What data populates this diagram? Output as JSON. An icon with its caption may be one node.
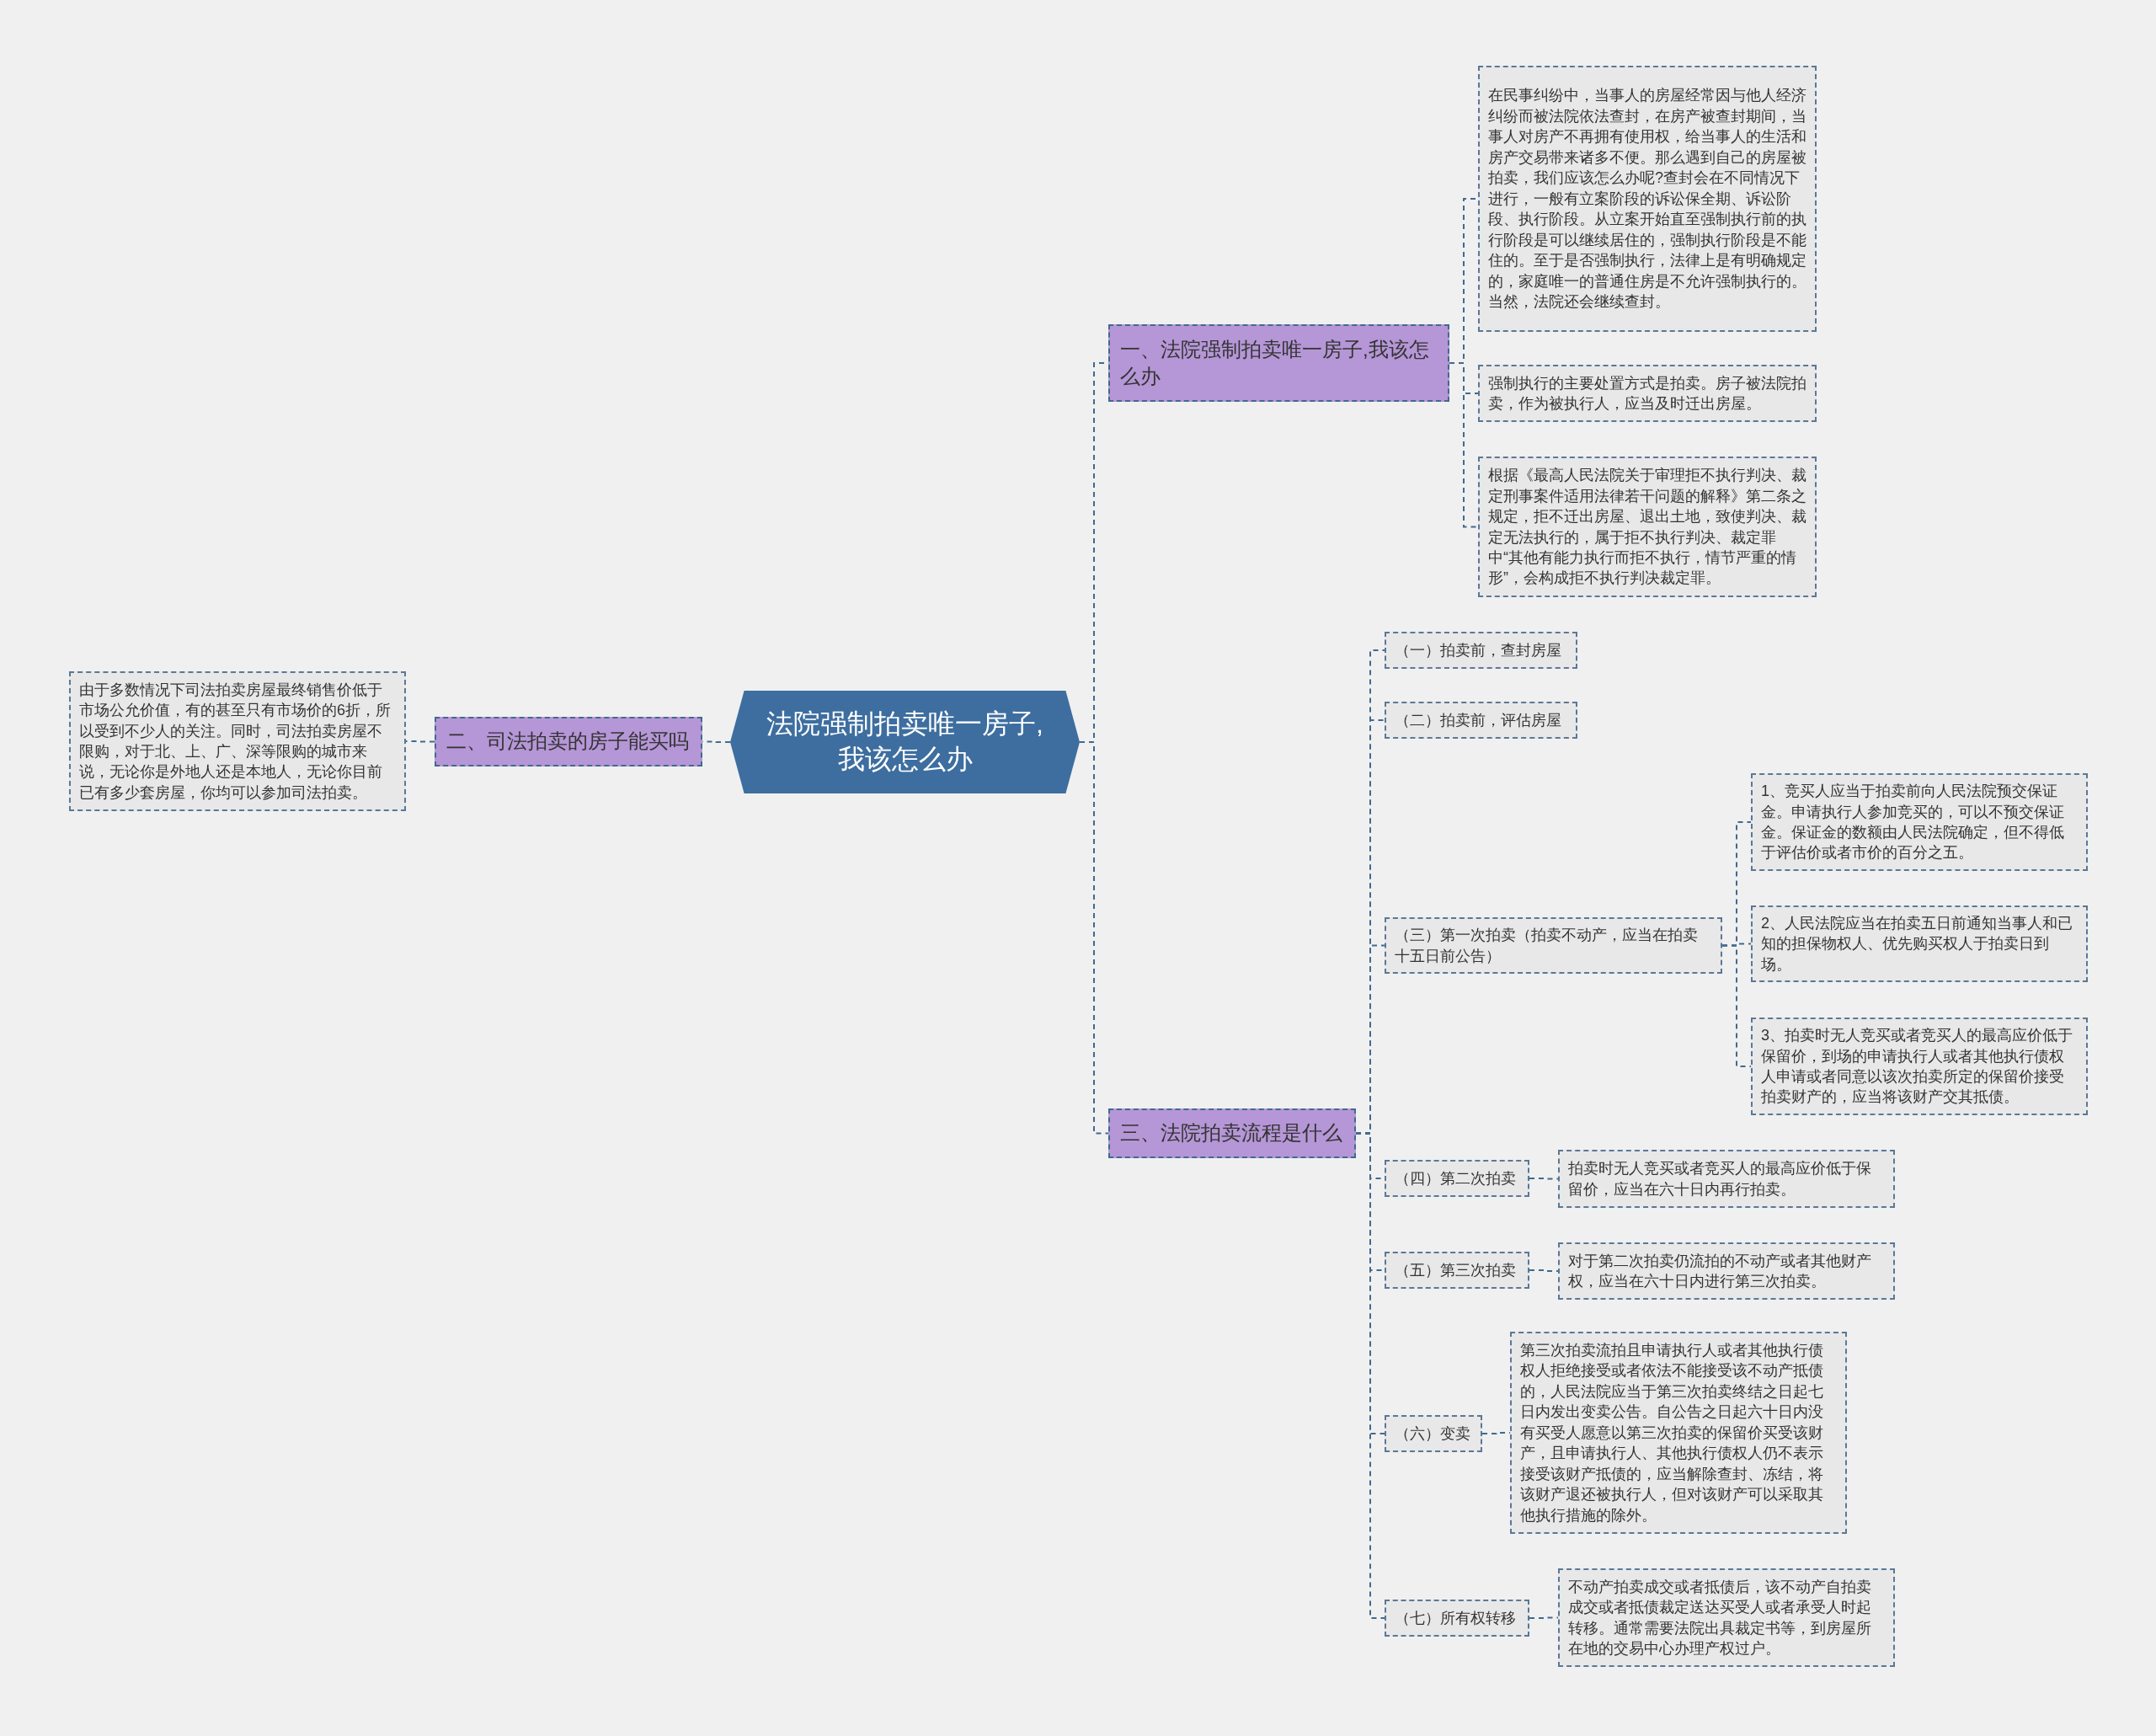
{
  "diagram": {
    "nodes": [
      {
        "text": [
          "法院强制拍卖唯一房子,我该怎么办"
        ]
      },
      {
        "text": [
          "一、法院强制拍卖唯一房子,我该怎么办"
        ]
      },
      {
        "text": [
          "在民事纠纷中，当事人的房屋经常因与他人经济纠纷而被法院依法查封，在房产被查封期间，当事人对房产不再拥有使用权，给当事人的生活和房产交易带来诸多不便。那么遇到自己的房屋被拍卖，我们应该怎么办呢?查封会在不同情况下进行，一般有立案阶段的诉讼保全期、诉讼阶段、执行阶段。从立案开始直至强制执行前的执行阶段是可以继续居住的，强制执行阶段是不能住的。至于是否强制执行，法律上是有明确规定的，家庭唯一的普通住房是不允许强制执行的。当然，法院还会继续查封。"
        ]
      },
      {
        "text": [
          "强制执行的主要处置方式是拍卖。房子被法院拍卖，作为被执行人，应当及时迁出房屋。"
        ]
      },
      {
        "text": [
          "根据《最高人民法院关于审理拒不执行判决、裁定刑事案件适用法律若干问题的解释》第二条之规定，拒不迁出房屋、退出土地，致使判决、裁定无法执行的，属于拒不执行判决、裁定罪中“其他有能力执行而拒不执行，情节严重的情形”，会构成拒不执行判决裁定罪。"
        ]
      },
      {
        "text": [
          "二、司法拍卖的房子能买吗"
        ]
      },
      {
        "text": [
          "由于多数情况下司法拍卖房屋最终销售价低于市场公允价值，有的甚至只有市场价的6折，所以受到不少人的关注。同时，司法拍卖房屋不限购，对于北、上、广、深等限购的城市来说，无论你是外地人还是本地人，无论你目前已有多少套房屋，你均可以参加司法拍卖。"
        ]
      },
      {
        "text": [
          "三、法院拍卖流程是什么"
        ]
      },
      {
        "text": [
          "（一）拍卖前，查封房屋"
        ]
      },
      {
        "text": [
          "（二）拍卖前，评估房屋"
        ]
      },
      {
        "text": [
          "（三）第一次拍卖（拍卖不动产，应当在拍卖十五日前公告）"
        ]
      },
      {
        "text": [
          "1、竞买人应当于拍卖前向人民法院预交保证金。申请执行人参加竞买的，可以不预交保证金。保证金的数额由人民法院确定，但不得低于评估价或者市价的百分之五。"
        ]
      },
      {
        "text": [
          "2、人民法院应当在拍卖五日前通知当事人和已知的担保物权人、优先购买权人于拍卖日到场。"
        ]
      },
      {
        "text": [
          "3、拍卖时无人竞买或者竞买人的最高应价低于保留价，到场的申请执行人或者其他执行债权人申请或者同意以该次拍卖所定的保留价接受拍卖财产的，应当将该财产交其抵债。"
        ]
      },
      {
        "text": [
          "（四）第二次拍卖"
        ]
      },
      {
        "text": [
          "拍卖时无人竞买或者竞买人的最高应价低于保留价，应当在六十日内再行拍卖。"
        ]
      },
      {
        "text": [
          "（五）第三次拍卖"
        ]
      },
      {
        "text": [
          "对于第二次拍卖仍流拍的不动产或者其他财产权，应当在六十日内进行第三次拍卖。"
        ]
      },
      {
        "text": [
          "（六）变卖"
        ]
      },
      {
        "text": [
          "第三次拍卖流拍且申请执行人或者其他执行债权人拒绝接受或者依法不能接受该不动产抵债的，人民法院应当于第三次拍卖终结之日起七日内发出变卖公告。自公告之日起六十日内没有买受人愿意以第三次拍卖的保留价买受该财产，且申请执行人、其他执行债权人仍不表示接受该财产抵债的，应当解除查封、冻结，将该财产退还被执行人，但对该财产可以采取其他执行措施的除外。"
        ]
      },
      {
        "text": [
          "（七）所有权转移"
        ]
      },
      {
        "text": [
          "不动产拍卖成交或者抵债后，该不动产自拍卖成交或者抵债裁定送达买受人或者承受人时起转移。通常需要法院出具裁定书等，到房屋所在地的交易中心办理产权过户。"
        ]
      }
    ],
    "edges": [
      {
        "from": 0,
        "to": 1,
        "arrow": "none"
      },
      {
        "from": 1,
        "to": 2,
        "arrow": "none"
      },
      {
        "from": 1,
        "to": 3,
        "arrow": "none"
      },
      {
        "from": 1,
        "to": 4,
        "arrow": "none"
      },
      {
        "from": 0,
        "to": 5,
        "arrow": "none"
      },
      {
        "from": 5,
        "to": 6,
        "arrow": "none"
      },
      {
        "from": 0,
        "to": 7,
        "arrow": "none"
      },
      {
        "from": 7,
        "to": 8,
        "arrow": "none"
      },
      {
        "from": 7,
        "to": 9,
        "arrow": "none"
      },
      {
        "from": 7,
        "to": 10,
        "arrow": "none"
      },
      {
        "from": 10,
        "to": 11,
        "arrow": "none"
      },
      {
        "from": 10,
        "to": 12,
        "arrow": "none"
      },
      {
        "from": 10,
        "to": 13,
        "arrow": "none"
      },
      {
        "from": 7,
        "to": 14,
        "arrow": "none"
      },
      {
        "from": 14,
        "to": 15,
        "arrow": "none"
      },
      {
        "from": 7,
        "to": 16,
        "arrow": "none"
      },
      {
        "from": 16,
        "to": 17,
        "arrow": "none"
      },
      {
        "from": 7,
        "to": 18,
        "arrow": "none"
      },
      {
        "from": 18,
        "to": 19,
        "arrow": "none"
      },
      {
        "from": 7,
        "to": 20,
        "arrow": "none"
      },
      {
        "from": 20,
        "to": 21,
        "arrow": "none"
      }
    ]
  }
}
